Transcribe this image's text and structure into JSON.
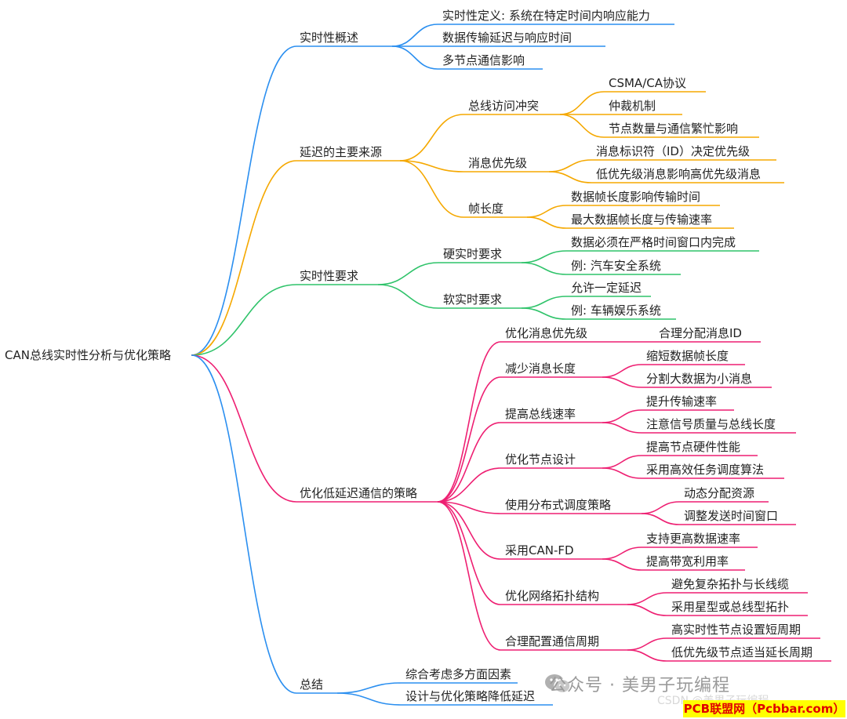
{
  "colors": {
    "blue": "#2b8ff0",
    "orange": "#f5a800",
    "green": "#2fc36a",
    "pink": "#ee1f72"
  },
  "root": "CAN总线实时性分析与优化策略",
  "branches": [
    {
      "label": "实时性概述",
      "color": "blue",
      "children": [
        {
          "label": "实时性定义: 系统在特定时间内响应能力"
        },
        {
          "label": "数据传输延迟与响应时间"
        },
        {
          "label": "多节点通信影响"
        }
      ]
    },
    {
      "label": "延迟的主要来源",
      "color": "orange",
      "children": [
        {
          "label": "总线访问冲突",
          "children": [
            "CSMA/CA协议",
            "仲裁机制",
            "节点数量与通信繁忙影响"
          ]
        },
        {
          "label": "消息优先级",
          "children": [
            "消息标识符（ID）决定优先级",
            "低优先级消息影响高优先级消息"
          ]
        },
        {
          "label": "帧长度",
          "children": [
            "数据帧长度影响传输时间",
            "最大数据帧长度与传输速率"
          ]
        }
      ]
    },
    {
      "label": "实时性要求",
      "color": "green",
      "children": [
        {
          "label": "硬实时要求",
          "children": [
            "数据必须在严格时间窗口内完成",
            "例: 汽车安全系统"
          ]
        },
        {
          "label": "软实时要求",
          "children": [
            "允许一定延迟",
            "例: 车辆娱乐系统"
          ]
        }
      ]
    },
    {
      "label": "优化低延迟通信的策略",
      "color": "pink",
      "children": [
        {
          "label": "优化消息优先级",
          "children": [
            "合理分配消息ID"
          ]
        },
        {
          "label": "减少消息长度",
          "children": [
            "缩短数据帧长度",
            "分割大数据为小消息"
          ]
        },
        {
          "label": "提高总线速率",
          "children": [
            "提升传输速率",
            "注意信号质量与总线长度"
          ]
        },
        {
          "label": "优化节点设计",
          "children": [
            "提高节点硬件性能",
            "采用高效任务调度算法"
          ]
        },
        {
          "label": "使用分布式调度策略",
          "children": [
            "动态分配资源",
            "调整发送时间窗口"
          ]
        },
        {
          "label": "采用CAN-FD",
          "children": [
            "支持更高数据速率",
            "提高带宽利用率"
          ]
        },
        {
          "label": "优化网络拓扑结构",
          "children": [
            "避免复杂拓扑与长线缆",
            "采用星型或总线型拓扑"
          ]
        },
        {
          "label": "合理配置通信周期",
          "children": [
            "高实时性节点设置短周期",
            "低优先级节点适当延长周期"
          ]
        }
      ]
    },
    {
      "label": "总结",
      "color": "blue",
      "children": [
        {
          "label": "综合考虑多方面因素"
        },
        {
          "label": "设计与优化策略降低延迟"
        }
      ]
    }
  ],
  "watermark": {
    "text": "公众号 · 美男子玩编程",
    "faint": "CSDN @美男子玩编程",
    "badge": "PCB联盟网（Pcbbar.com）",
    "icon": "wechat-icon"
  }
}
